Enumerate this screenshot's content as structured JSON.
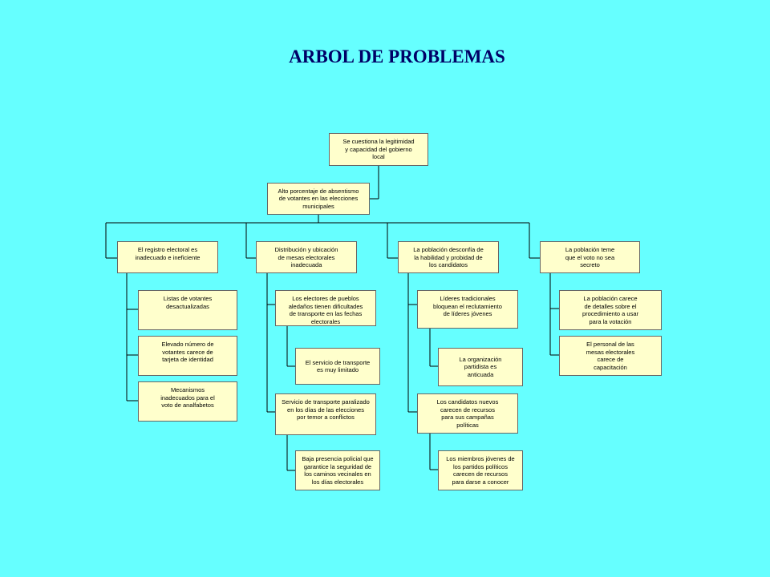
{
  "title": "ARBOL DE PROBLEMAS",
  "root": "Se cuestiona la legitimidad\ny capacidad del gobierno\nlocal",
  "level2": "Alto porcentaje de absentismo\nde votantes en las elecciones\nmunicipales",
  "causes": [
    {
      "label": "El registro electoral es\ninadecuado e ineficiente",
      "children": [
        "Listas de votantes\ndesactualizadas",
        "Elevado número de\nvotantes carece de\ntarjeta de identidad",
        "Mecanismos\ninadecuados para el\nvoto de analfabetos"
      ]
    },
    {
      "label": "Distribución y ubicación\nde mesas electorales\ninadecuada",
      "children": [
        "Los electores de pueblos\naledaños tienen dificultades\nde transporte en las fechas\nelectorales",
        "El servicio de transporte\nes muy limitado",
        "Servicio de transporte paralizado\nen los días de las elecciones\npor temor a conflictos",
        "Baja presencia policial que\ngarantice la seguridad de\nlos caminos vecinales en\nlos días electorales"
      ]
    },
    {
      "label": "La población desconfía de\nla habilidad y probidad de\nlos candidatos",
      "children": [
        "Líderes tradicionales\nbloquean el reclutamiento\nde líderes jóvenes",
        "La organización\npartidista es\nanticuada",
        "Los candidatos nuevos\ncarecen de recursos\npara sus campañas\npolíticas",
        "Los miembros jóvenes de\nlos partidos políticos\ncarecen de recursos\npara darse a conocer"
      ]
    },
    {
      "label": "La población teme\nque el voto no sea\nsecreto",
      "children": [
        "La población carece\nde detalles sobre el\nprocedimiento a usar\npara la votación",
        "El personal de las\nmesas electorales\ncarece de\ncapacitación"
      ]
    }
  ]
}
